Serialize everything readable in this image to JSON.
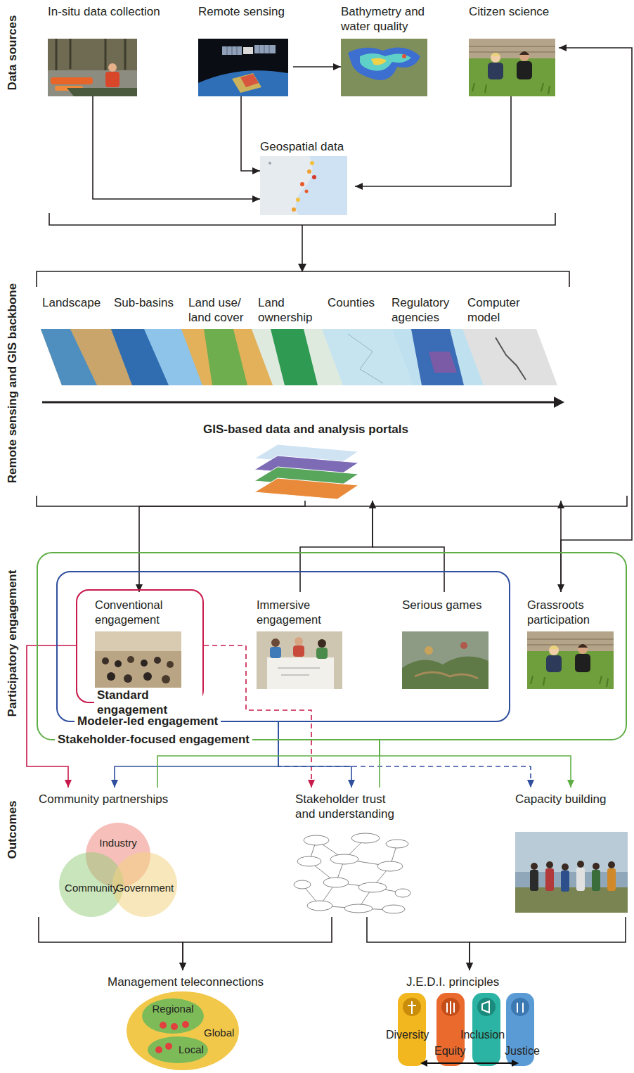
{
  "diagram": {
    "nodes": [
      {
        "text": [
          "In-situ data collection"
        ]
      },
      {
        "text": [
          "Remote sensing"
        ]
      },
      {
        "text": [
          "Bathymetry and water quality"
        ]
      },
      {
        "text": [
          "Citizen science"
        ]
      },
      {
        "text": [
          "Geospatial data"
        ]
      },
      {
        "text": [
          "GIS-based data and analysis portals"
        ]
      },
      {
        "text": [
          "Stakeholder-focused engagement"
        ]
      },
      {
        "text": [
          "Modeler-led engagement"
        ],
        "in": 6
      },
      {
        "text": [
          "Standard engagement"
        ],
        "in": 7
      },
      {
        "text": [
          "Conventional engagement"
        ],
        "in": 8
      },
      {
        "text": [
          "Immersive engagement"
        ],
        "in": 7
      },
      {
        "text": [
          "Serious games"
        ],
        "in": 7
      },
      {
        "text": [
          "Grassroots participation"
        ],
        "in": 6
      },
      {
        "text": [
          "Community partnerships"
        ]
      },
      {
        "text": [
          "Industry"
        ],
        "in": 13
      },
      {
        "text": [
          "Community"
        ],
        "in": 13
      },
      {
        "text": [
          "Government"
        ],
        "in": 13
      },
      {
        "text": [
          "Stakeholder trust and understanding"
        ]
      },
      {
        "text": [
          "Capacity building"
        ]
      },
      {
        "text": [
          "Management teleconnections"
        ]
      },
      {
        "text": [
          "Global"
        ],
        "in": 19
      },
      {
        "text": [
          "Regional"
        ],
        "in": 20
      },
      {
        "text": [
          "Local"
        ],
        "in": 20
      },
      {
        "text": [
          "J.E.D.I. principles"
        ]
      }
    ],
    "edges": [
      {
        "from": 0,
        "to": 4,
        "arrow": "to"
      },
      {
        "from": 1,
        "to": 4,
        "arrow": "to"
      },
      {
        "from": 1,
        "to": 2,
        "arrow": "to"
      },
      {
        "from": 3,
        "to": 4,
        "arrow": "to"
      },
      {
        "from": 5,
        "to": 9,
        "arrow": "to"
      },
      {
        "from": 10,
        "to": 5,
        "arrow": "to"
      },
      {
        "from": 11,
        "to": 5,
        "arrow": "to"
      },
      {
        "from": 12,
        "to": 5,
        "arrow": "both"
      },
      {
        "from": 12,
        "to": 3,
        "arrow": "to"
      },
      {
        "from": 8,
        "to": 13,
        "arrow": "to"
      },
      {
        "from": 8,
        "to": 17,
        "arrow": "to"
      },
      {
        "from": 7,
        "to": 13,
        "arrow": "to"
      },
      {
        "from": 7,
        "to": 17,
        "arrow": "to"
      },
      {
        "from": 7,
        "to": 18,
        "arrow": "to"
      },
      {
        "from": 6,
        "to": 13,
        "arrow": "none"
      },
      {
        "from": 6,
        "to": 17,
        "arrow": "none"
      },
      {
        "from": 6,
        "to": 18,
        "arrow": "to"
      },
      {
        "from": 13,
        "to": 19,
        "arrow": "to"
      },
      {
        "from": 17,
        "to": 19,
        "arrow": "to"
      },
      {
        "from": 17,
        "to": 23,
        "arrow": "to"
      },
      {
        "from": 18,
        "to": 23,
        "arrow": "to"
      }
    ],
    "labels": [
      "Data sources",
      "Remote sensing and GIS backbone",
      "Participatory engagement",
      "Outcomes",
      "Landscape",
      "Sub-basins",
      "Land use/ land cover",
      "Land ownership",
      "Counties",
      "Regulatory agencies",
      "Computer model",
      "Diversity",
      "Equity",
      "Inclusion",
      "Justice"
    ]
  }
}
